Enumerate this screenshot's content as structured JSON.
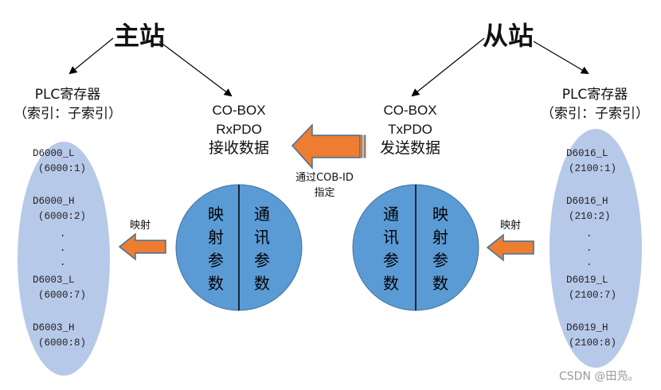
{
  "master": {
    "title": "主站"
  },
  "slave": {
    "title": "从站"
  },
  "left_plc": {
    "title": "PLC寄存器",
    "subtitle": "（索引：子索引）",
    "lines": [
      "D6000_L",
      "(6000:1)",
      "D6000_H",
      "(6000:2)",
      ".",
      ".",
      ".",
      "D6003_L",
      "(6000:7)",
      "D6003_H",
      "(6000:8)"
    ]
  },
  "right_plc": {
    "title": "PLC寄存器",
    "subtitle": "（索引：子索引）",
    "lines": [
      "D6016_L",
      "(2100:1)",
      "D6016_H",
      "(210:2)",
      ".",
      ".",
      ".",
      "D6019_L",
      "(2100:7)",
      "D6019_H",
      "(2100:8)"
    ]
  },
  "rx_box": {
    "line1": "CO-BOX",
    "line2": "RxPDO",
    "line3": "接收数据"
  },
  "tx_box": {
    "line1": "CO-BOX",
    "line2": "TxPDO",
    "line3": "发送数据"
  },
  "cob_note": {
    "line1": "通过COB-ID",
    "line2": "指定"
  },
  "left_circle": {
    "left_col": [
      "映",
      "射",
      "参",
      "数"
    ],
    "right_col": [
      "通",
      "讯",
      "参",
      "数"
    ]
  },
  "right_circle": {
    "left_col": [
      "通",
      "讯",
      "参",
      "数"
    ],
    "right_col": [
      "映",
      "射",
      "参",
      "数"
    ]
  },
  "left_map_label": "映射",
  "right_map_label": "映射",
  "watermark": "CSDN @田凫。",
  "colors": {
    "ellipse_fill": "#b7c9e8",
    "circle_fill": "#5b9bd5",
    "arrow_fill": "#ed7d31",
    "arrow_stroke": "#41719c"
  }
}
